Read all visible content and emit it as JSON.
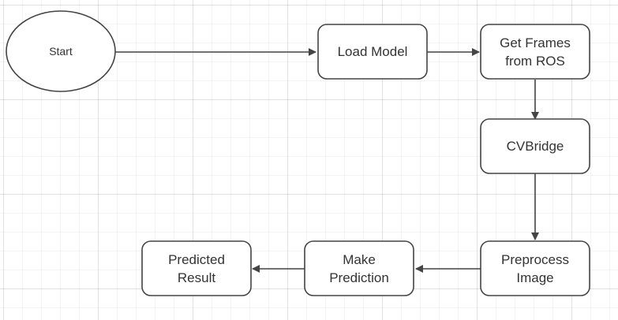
{
  "diagram": {
    "type": "flowchart",
    "nodes": {
      "start": {
        "label": "Start",
        "shape": "ellipse"
      },
      "load_model": {
        "label": "Load Model",
        "shape": "rounded-rect"
      },
      "get_frames": {
        "label": "Get Frames\nfrom ROS",
        "shape": "rounded-rect"
      },
      "cvbridge": {
        "label": "CVBridge",
        "shape": "rounded-rect"
      },
      "preprocess": {
        "label": "Preprocess\nImage",
        "shape": "rounded-rect"
      },
      "make_prediction": {
        "label": "Make\nPrediction",
        "shape": "rounded-rect"
      },
      "predicted_result": {
        "label": "Predicted\nResult",
        "shape": "rounded-rect"
      }
    },
    "edges": [
      {
        "from": "start",
        "to": "load_model"
      },
      {
        "from": "load_model",
        "to": "get_frames"
      },
      {
        "from": "get_frames",
        "to": "cvbridge"
      },
      {
        "from": "cvbridge",
        "to": "preprocess"
      },
      {
        "from": "preprocess",
        "to": "make_prediction"
      },
      {
        "from": "make_prediction",
        "to": "predicted_result"
      }
    ],
    "colors": {
      "stroke": "#444444",
      "fill": "#ffffff",
      "text": "#333333"
    }
  }
}
